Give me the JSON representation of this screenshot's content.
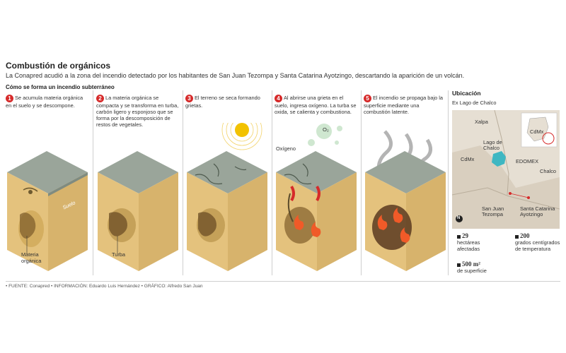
{
  "header": {
    "title": "Combustión de orgánicos",
    "subtitle": "La Conapred acudió a la zona del incendio detectado por los habitantes de San Juan Tezompa y Santa Catarina Ayotzingo, descartando la aparición de un volcán.",
    "section": "Cómo se forma un incendio subterráneo"
  },
  "steps": [
    {
      "num": "1",
      "text": "Se acumula materia orgánica en el suelo y se descompone.",
      "label": "Materia orgánica",
      "extra": "Suelo"
    },
    {
      "num": "2",
      "text": "La materia orgánica se compacta y se transforma en turba, carbón ligero y esponjoso que se forma por la descomposición de restos de vegetales.",
      "label": "Turba"
    },
    {
      "num": "3",
      "text": "El terreno se seca formando grietas."
    },
    {
      "num": "4",
      "text": "Al abrirse una grieta en el suelo, ingresa oxígeno. La turba se oxida, se calienta y combustiona.",
      "label": "Oxígeno",
      "o2": "O₂"
    },
    {
      "num": "5",
      "text": "El incendio se propaga bajo la superficie mediante una combustión latente."
    }
  ],
  "map": {
    "heading": "Ubicación",
    "subheading": "Ex Lago de Chalco",
    "places": {
      "xalpa": "Xalpa",
      "lago": "Lago de Chalco",
      "cdmx": "CdMx",
      "edomex": "EDOMEX",
      "chalco": "Chalco",
      "inset": "CdMx",
      "north": "N",
      "sanjuan": "San Juan Tezompa",
      "santa": "Santa Catarina Ayotzingo"
    },
    "colors": {
      "land": "#d9cfbf",
      "lake": "#3fb7c2",
      "accent": "#d62a2a"
    }
  },
  "stats": [
    {
      "value": "29",
      "label": "hectáreas afectadas"
    },
    {
      "value": "200",
      "label": "grados centígrados de temperatura"
    },
    {
      "value": "500 m²",
      "label": "de superficie"
    }
  ],
  "footer": "• FUENTE: Conapred  • INFORMACIÓN: Eduardo Luis Hernández  • GRÁFICO: Alfredo San Juan"
}
